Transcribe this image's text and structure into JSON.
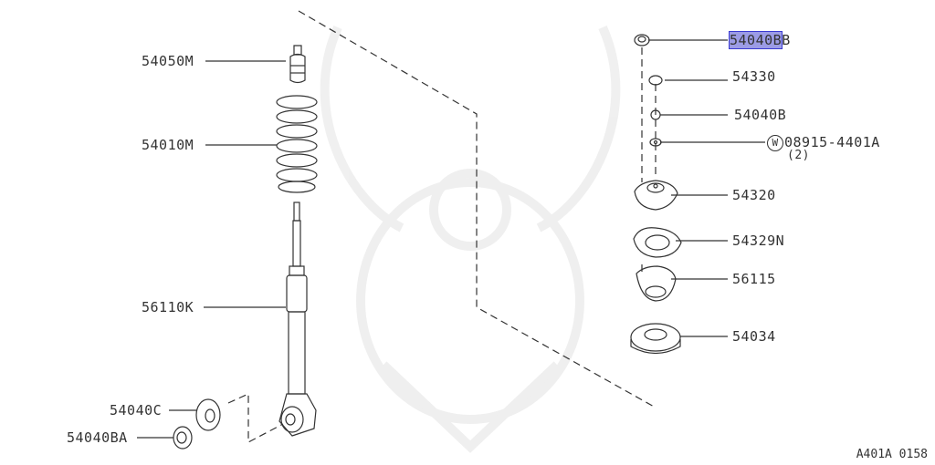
{
  "diagram_code": "A401A 0158",
  "highlight_color": "#9c9ce6",
  "callouts": {
    "p54050M": "54050M",
    "p54010M": "54010M",
    "p56110K": "56110K",
    "p54040C": "54040C",
    "p54040BA": "54040BA",
    "p54040BB_highlight": "54040B",
    "p54040BB_rest": "B",
    "p54330": "54330",
    "p54040B": "54040B",
    "washer_symbol": "W",
    "p08915": "08915-4401A",
    "p08915_qty": "(2)",
    "p54320": "54320",
    "p54329N": "54329N",
    "p56115": "56115",
    "p54034": "54034"
  }
}
